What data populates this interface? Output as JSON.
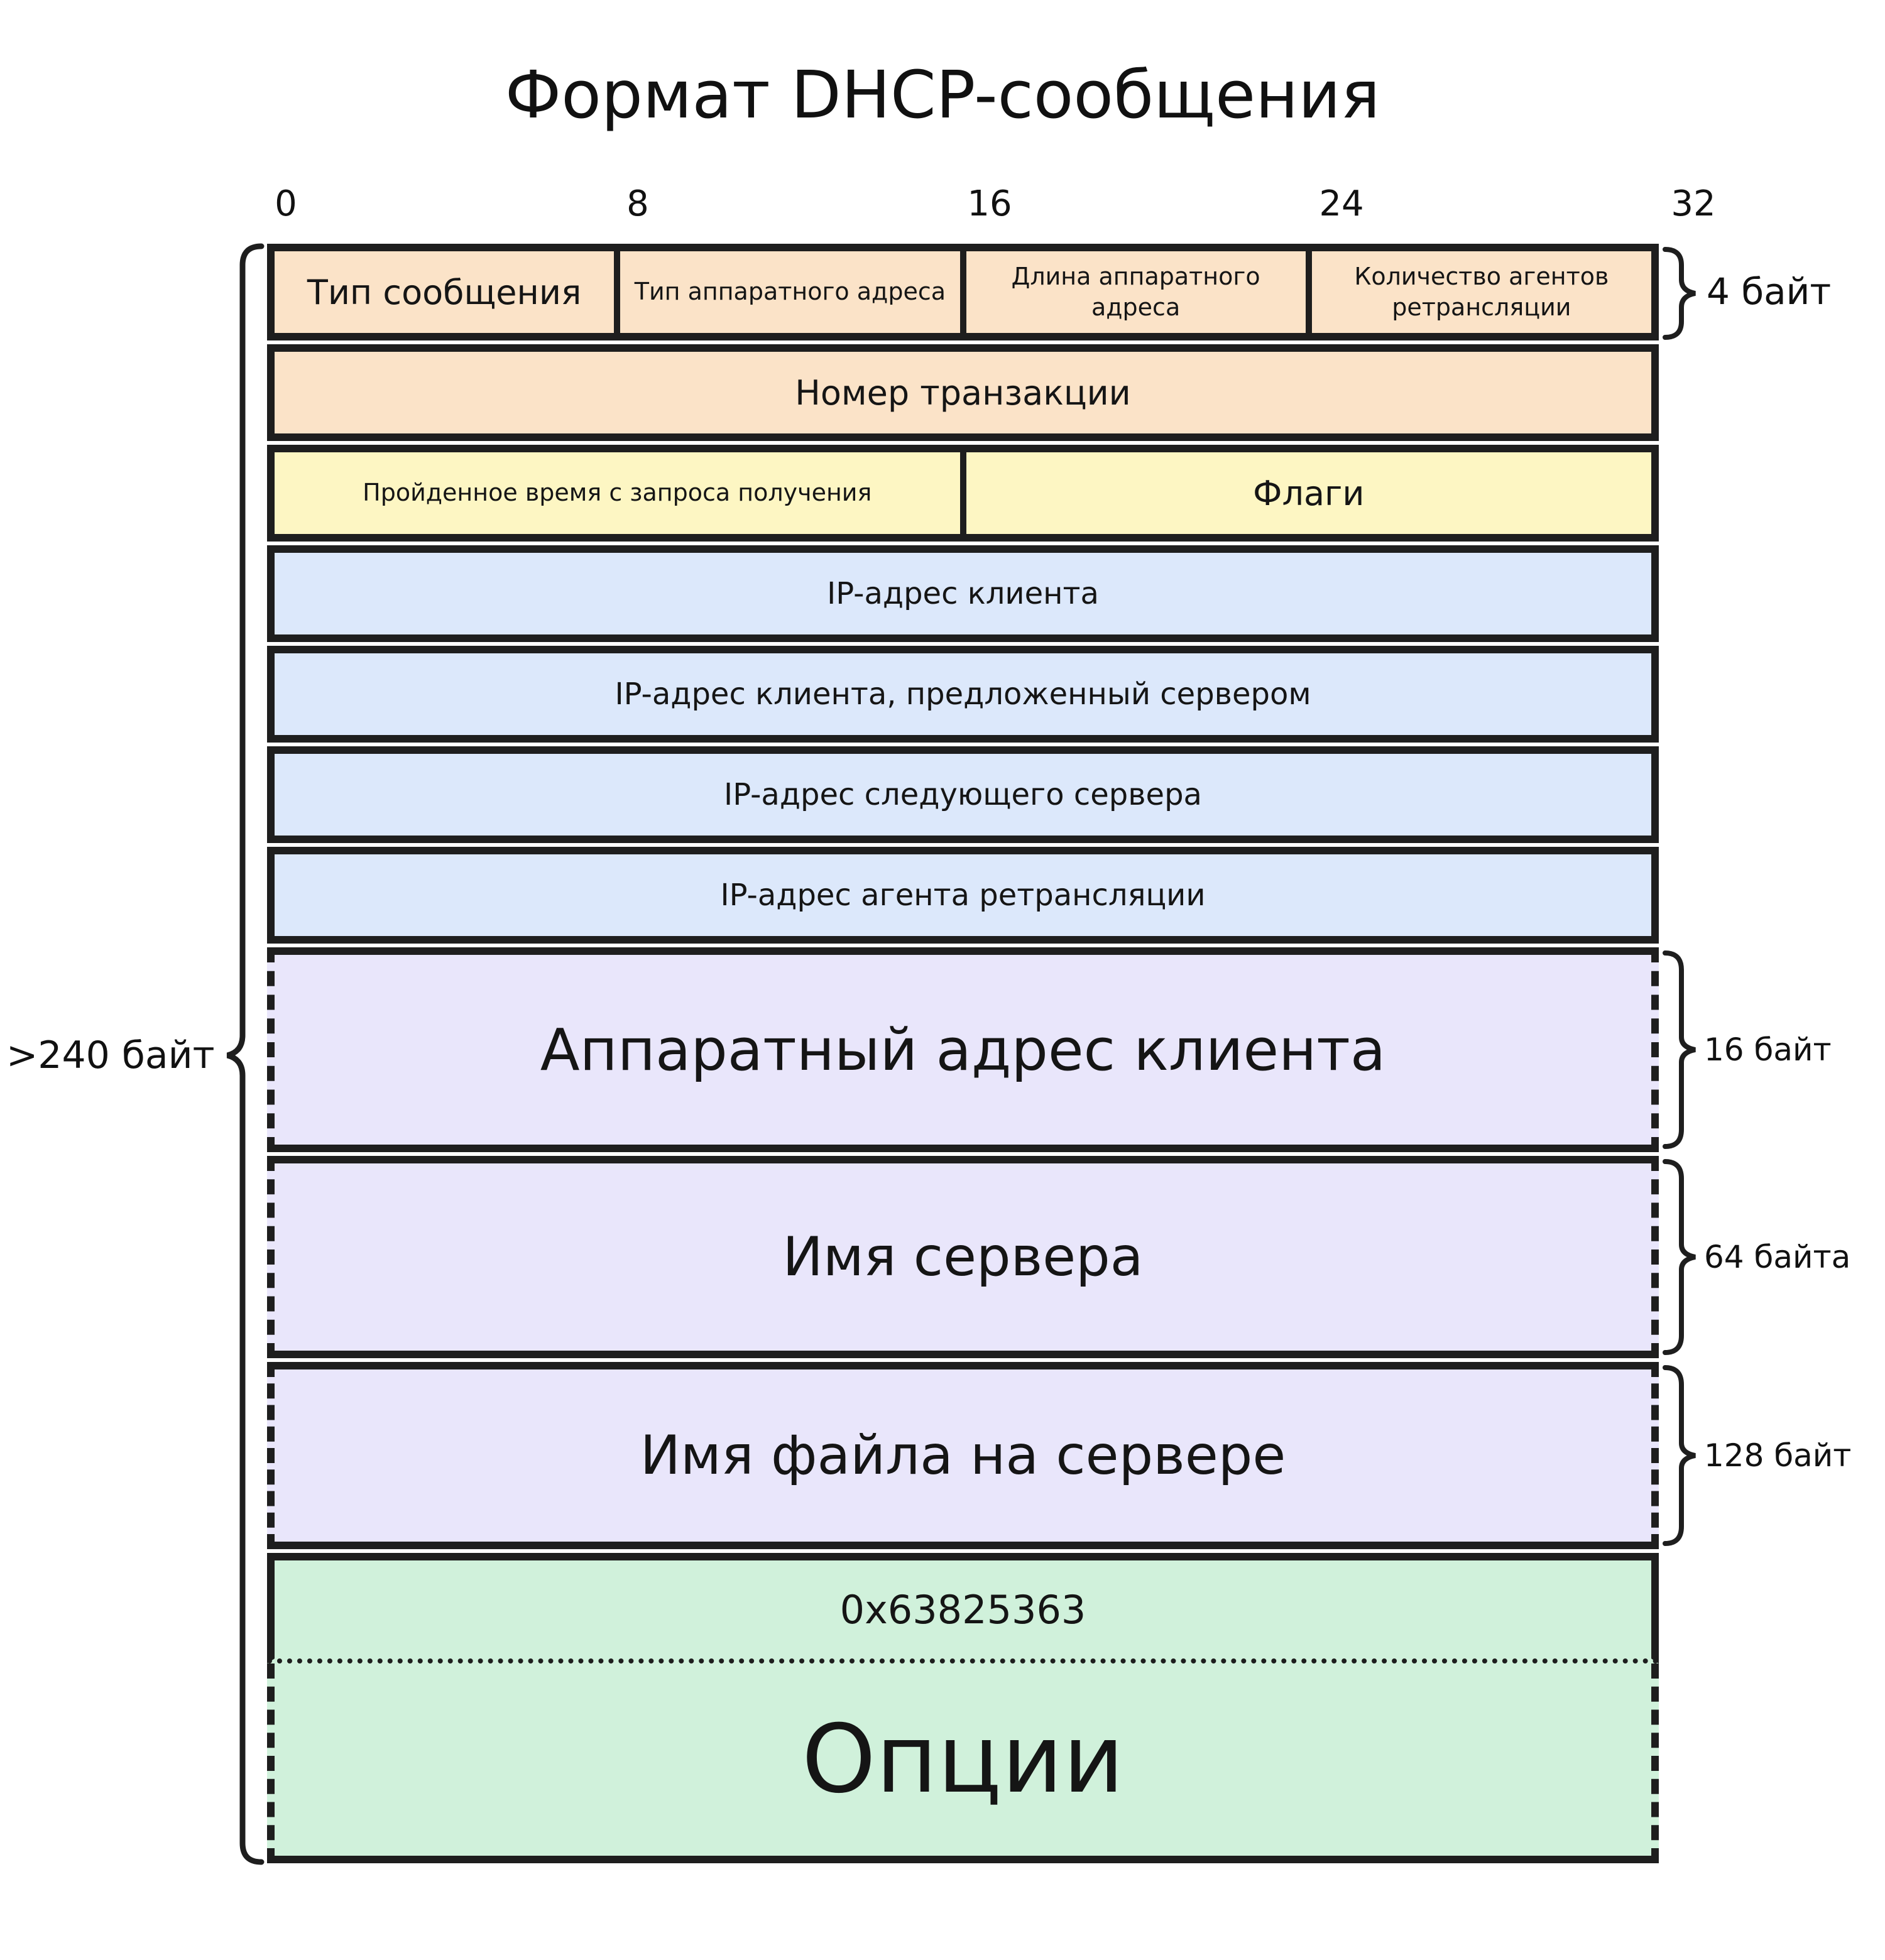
{
  "title": "Формат DHCP-сообщения",
  "bit_scale": {
    "ticks": [
      "0",
      "8",
      "16",
      "24",
      "32"
    ]
  },
  "left_annotation": ">240 байт",
  "colors": {
    "header_fill": "#fbe3c8",
    "time_flags_fill": "#fdf6c3",
    "ip_fill": "#dce8fb",
    "names_fill": "#e9e6fb",
    "options_fill": "#d0f1db",
    "border": "#1e1e1e"
  },
  "rows": [
    {
      "cells": [
        "Тип сообщения",
        "Тип аппаратного адреса",
        "Длина аппаратного адреса",
        "Количество агентов ретрансляции"
      ],
      "annotation": "4 байт"
    },
    {
      "label": "Номер транзакции"
    },
    {
      "cells": [
        "Пройденное время с запроса получения",
        "Флаги"
      ]
    },
    {
      "label": "IP-адрес клиента"
    },
    {
      "label": "IP-адрес клиента, предложенный сервером"
    },
    {
      "label": "IP-адрес следующего сервера"
    },
    {
      "label": "IP-адрес агента ретрансляции"
    },
    {
      "label": "Аппаратный адрес клиента",
      "annotation": "16 байт"
    },
    {
      "label": "Имя сервера",
      "annotation": "64 байта"
    },
    {
      "label": "Имя файла на сервере",
      "annotation": "128 байт"
    },
    {
      "magic_cookie": "0x63825363",
      "label": "Опции"
    }
  ]
}
